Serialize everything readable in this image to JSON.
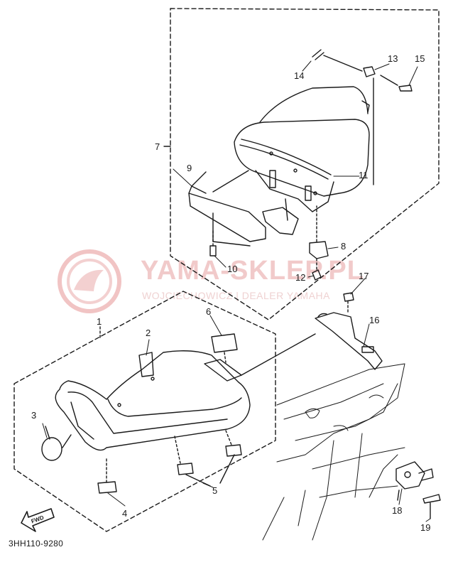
{
  "diagram": {
    "code": "3HH110-9280",
    "fwd_label": "FWD",
    "callouts": [
      "1",
      "2",
      "3",
      "4",
      "5",
      "6",
      "7",
      "8",
      "9",
      "10",
      "11",
      "12",
      "13",
      "14",
      "15",
      "16",
      "17",
      "18",
      "19"
    ]
  },
  "watermark": {
    "brand": "YAMA-SKLEP.PL",
    "subtitle": "WOJCIECHOWICZ | DEALER YAMAHA",
    "color": "#e8a0a0"
  }
}
